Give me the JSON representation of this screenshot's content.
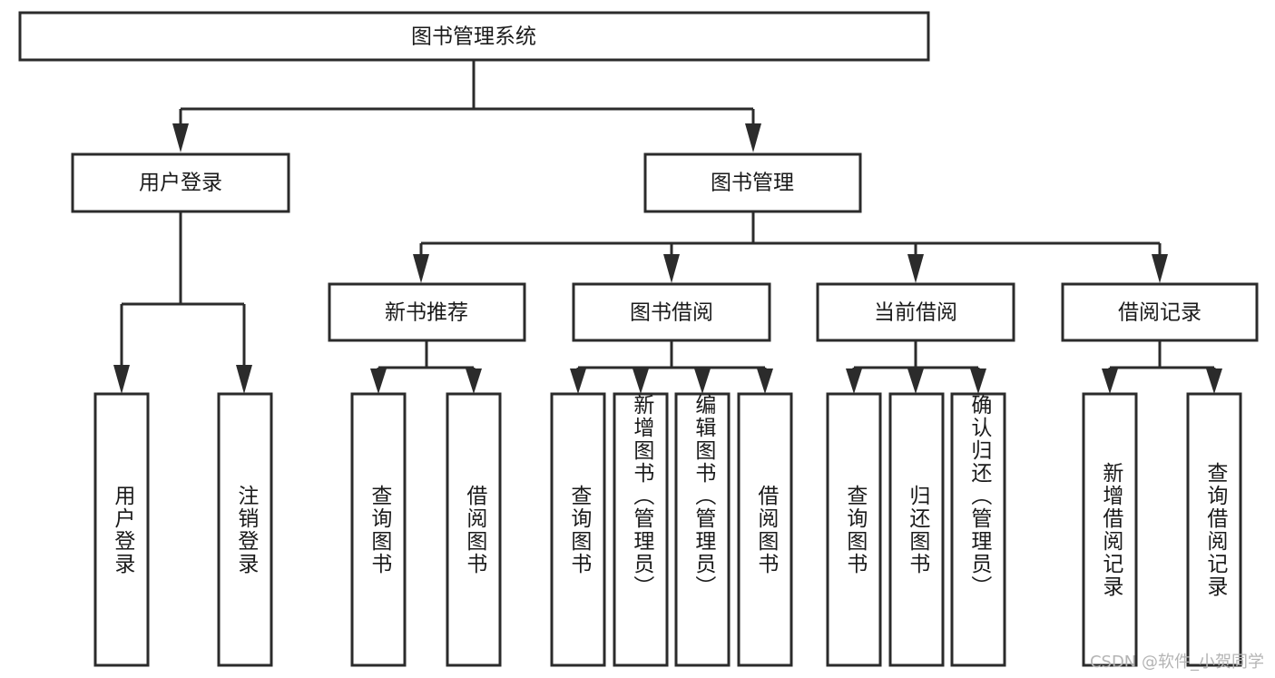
{
  "diagram": {
    "type": "tree",
    "title": "图书管理系统",
    "root": {
      "id": "root",
      "label": "图书管理系统",
      "orientation": "horizontal"
    },
    "level2": [
      {
        "id": "user-login",
        "label": "用户登录",
        "orientation": "horizontal"
      },
      {
        "id": "book-manage",
        "label": "图书管理",
        "orientation": "horizontal"
      }
    ],
    "level3": [
      {
        "id": "new-book-rec",
        "label": "新书推荐",
        "orientation": "horizontal",
        "parent": "book-manage"
      },
      {
        "id": "book-borrow",
        "label": "图书借阅",
        "orientation": "horizontal",
        "parent": "book-manage"
      },
      {
        "id": "current-borrow",
        "label": "当前借阅",
        "orientation": "horizontal",
        "parent": "book-manage"
      },
      {
        "id": "borrow-record",
        "label": "借阅记录",
        "orientation": "horizontal",
        "parent": "book-manage"
      }
    ],
    "leaves": [
      {
        "id": "leaf-user-login",
        "label": "用户登录",
        "orientation": "vertical",
        "parent": "user-login"
      },
      {
        "id": "leaf-user-logout",
        "label": "注销登录",
        "orientation": "vertical",
        "parent": "user-login"
      },
      {
        "id": "leaf-query-book-1",
        "label": "查询图书",
        "orientation": "vertical",
        "parent": "new-book-rec"
      },
      {
        "id": "leaf-borrow-book-1",
        "label": "借阅图书",
        "orientation": "vertical",
        "parent": "new-book-rec"
      },
      {
        "id": "leaf-query-book-2",
        "label": "查询图书",
        "orientation": "vertical",
        "parent": "book-borrow"
      },
      {
        "id": "leaf-add-book",
        "label": "新增图书（管理员）",
        "orientation": "vertical",
        "parent": "book-borrow"
      },
      {
        "id": "leaf-edit-book",
        "label": "编辑图书（管理员）",
        "orientation": "vertical",
        "parent": "book-borrow"
      },
      {
        "id": "leaf-borrow-book-2",
        "label": "借阅图书",
        "orientation": "vertical",
        "parent": "book-borrow"
      },
      {
        "id": "leaf-query-book-3",
        "label": "查询图书",
        "orientation": "vertical",
        "parent": "current-borrow"
      },
      {
        "id": "leaf-return-book",
        "label": "归还图书",
        "orientation": "vertical",
        "parent": "current-borrow"
      },
      {
        "id": "leaf-confirm-return",
        "label": "确认归还（管理员）",
        "orientation": "vertical",
        "parent": "current-borrow"
      },
      {
        "id": "leaf-add-record",
        "label": "新增借阅记录",
        "orientation": "vertical",
        "parent": "borrow-record"
      },
      {
        "id": "leaf-query-record",
        "label": "查询借阅记录",
        "orientation": "vertical",
        "parent": "borrow-record"
      }
    ]
  },
  "watermark": {
    "text": "CSDN @软件_小贺同学"
  },
  "colors": {
    "stroke": "#2b2b2b",
    "fill": "#ffffff",
    "text": "#1a1a1a",
    "watermark": "#b4b4b4"
  }
}
